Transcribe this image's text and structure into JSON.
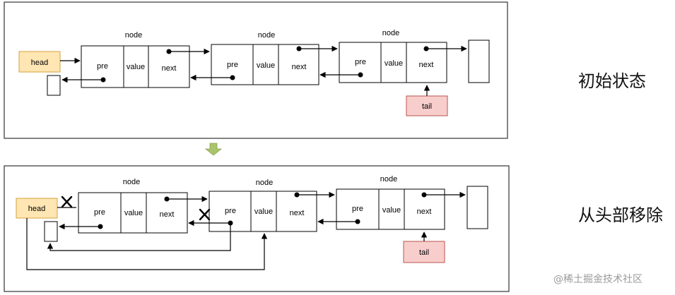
{
  "labels": {
    "node": "node",
    "pre": "pre",
    "value": "value",
    "next": "next",
    "head": "head",
    "tail": "tail"
  },
  "side_labels": {
    "initial": "初始状态",
    "remove_head": "从头部移除"
  },
  "watermark": "@稀土掘金技术社区",
  "colors": {
    "head_fill": "#ffe6b3",
    "head_stroke": "#d6a33c",
    "tail_fill": "#f8cecc",
    "tail_stroke": "#b85450",
    "arrow_down": "#a9c46c"
  }
}
